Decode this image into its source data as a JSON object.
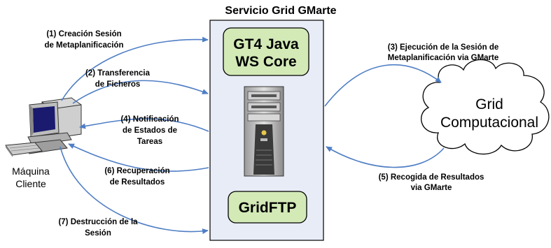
{
  "title": "Servicio Grid GMarte",
  "boxes": {
    "core_line1": "GT4 Java",
    "core_line2": "WS Core",
    "gridftp": "GridFTP"
  },
  "cloud": {
    "line1": "Grid",
    "line2": "Computacional"
  },
  "client": {
    "line1": "Máquina",
    "line2": "Cliente"
  },
  "flows": [
    {
      "id": "1",
      "lines": [
        "(1) Creación Sesión",
        "de Metaplanificación"
      ]
    },
    {
      "id": "2",
      "lines": [
        "(2) Transferencia",
        "de Ficheros"
      ]
    },
    {
      "id": "3",
      "lines": [
        "(3) Ejecución de la Sesión de",
        "Metaplanificación via GMarte"
      ]
    },
    {
      "id": "4",
      "lines": [
        "(4) Notificación",
        "de Estados de",
        "Tareas"
      ]
    },
    {
      "id": "5",
      "lines": [
        "(5)  Recogida de Resultados",
        "via GMarte"
      ]
    },
    {
      "id": "6",
      "lines": [
        "(6) Recuperación",
        "de Resultados"
      ]
    },
    {
      "id": "7",
      "lines": [
        "(7) Destrucción de la",
        "Sesión"
      ]
    }
  ],
  "colors": {
    "service_panel": "#e8ecf7",
    "component_box": "#d3eab7",
    "arrow": "#4f7ec4"
  },
  "icons": [
    "computer-icon",
    "server-tower-icon",
    "cloud-icon"
  ]
}
